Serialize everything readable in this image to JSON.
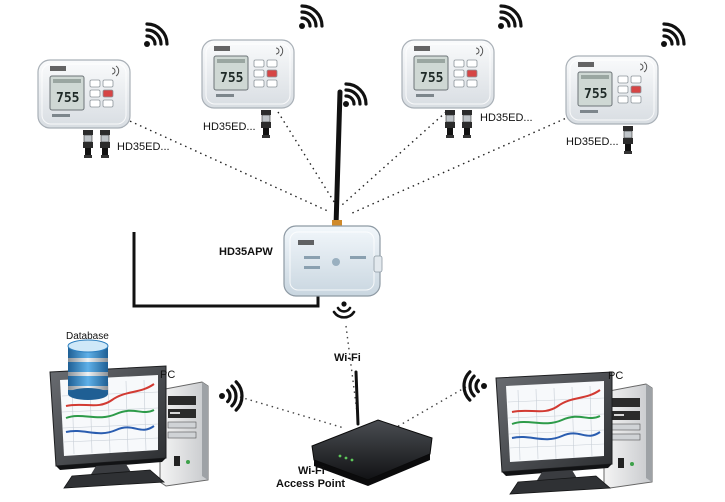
{
  "diagram": {
    "loggers": [
      {
        "label": "HD35ED..."
      },
      {
        "label": "HD35ED..."
      },
      {
        "label": "HD35ED..."
      },
      {
        "label": "HD35ED..."
      }
    ],
    "logger_display_reading": "755",
    "base_station": {
      "label": "HD35APW"
    },
    "wifi": {
      "label": "Wi-Fi"
    },
    "access_point": {
      "label_line1": "Wi-Fi",
      "label_line2": "Access Point"
    },
    "database": {
      "label": "Database"
    },
    "pcs": [
      {
        "label": "PC"
      },
      {
        "label": "PC"
      }
    ],
    "icons": [
      "wifi-signal-icon",
      "lcd-display-icon",
      "database-icon",
      "computer-tower-icon",
      "monitor-chart-icon",
      "router-icon"
    ],
    "colors": {
      "device_body": "#e9ecef",
      "device_screen": "#cfd8d4",
      "chart_lines": [
        "#d23a32",
        "#2d9b49",
        "#2a5db0"
      ],
      "database_blue": "#2c7fbf",
      "cable": "#111111"
    }
  }
}
